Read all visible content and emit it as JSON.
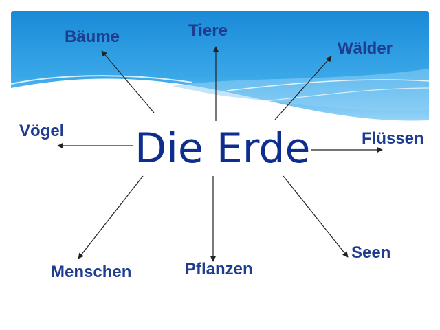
{
  "diagram": {
    "center": "Die Erde",
    "nodes": {
      "tiere": "Tiere",
      "baeume": "Bäume",
      "waelder": "Wälder",
      "voegel": "Vögel",
      "fluessen": "Flüssen",
      "menschen": "Menschen",
      "pflanzen": "Pflanzen",
      "seen": "Seen"
    }
  },
  "colors": {
    "text": "#1f3d8f",
    "center_text": "#0d2e8c",
    "sky_top": "#1e90dc",
    "sky_bottom": "#8fd0f5",
    "arrow": "#222222"
  }
}
